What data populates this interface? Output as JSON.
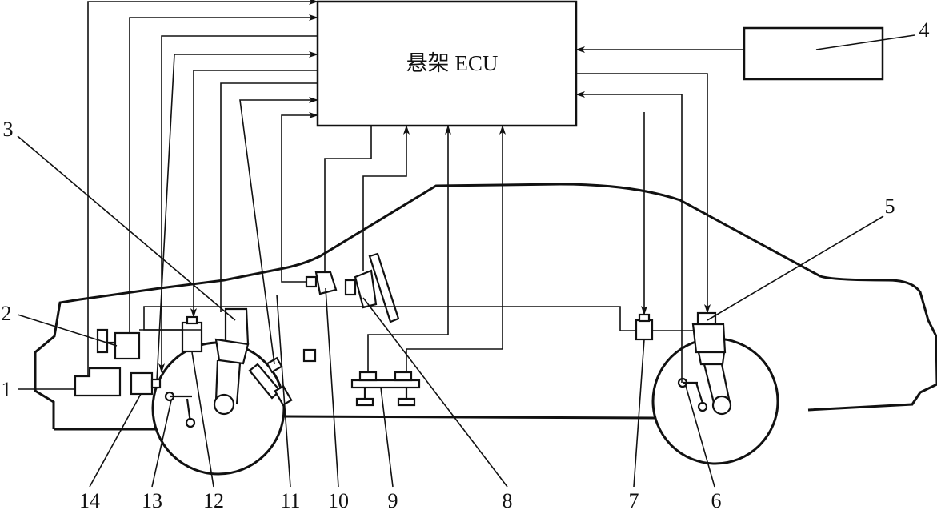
{
  "ecu": {
    "label": "悬架 ECU"
  },
  "callouts": [
    "1",
    "2",
    "3",
    "4",
    "5",
    "6",
    "7",
    "8",
    "9",
    "10",
    "11",
    "12",
    "13",
    "14"
  ]
}
